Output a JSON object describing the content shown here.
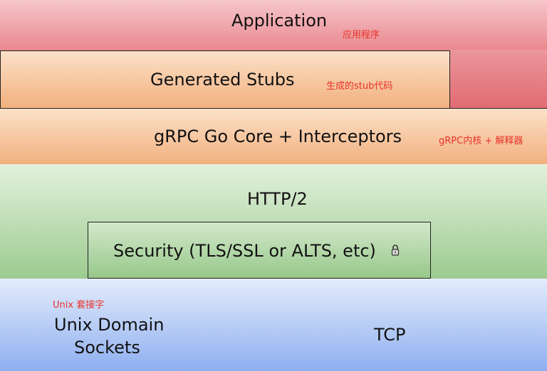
{
  "layers": {
    "application": {
      "label": "Application",
      "note": "应用程序"
    },
    "stubs": {
      "label": "Generated Stubs",
      "note": "生成的stub代码"
    },
    "core": {
      "label": "gRPC Go Core + Interceptors",
      "note": "gRPC内核 + 解释器"
    },
    "http2": {
      "label": "HTTP/2"
    },
    "security": {
      "label": "Security (TLS/SSL or ALTS, etc)"
    },
    "unix": {
      "label_line1": "Unix Domain",
      "label_line2": "Sockets",
      "note": "Unix 套接字"
    },
    "tcp": {
      "label": "TCP"
    }
  },
  "icons": {
    "security": "lock-icon"
  },
  "colors": {
    "note_text": "#e8322a",
    "application": "#e9868c",
    "stubs_core": "#f2b07e",
    "http2_security": "#9ccb8f",
    "transport": "#8eaff0"
  }
}
